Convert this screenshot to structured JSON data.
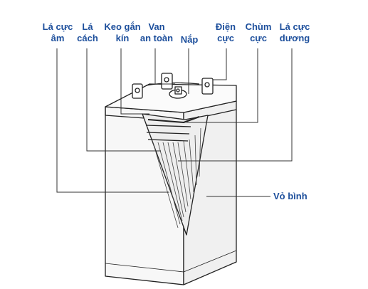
{
  "labels": {
    "negative_plate": [
      "Lá cực",
      "âm"
    ],
    "separator": [
      "Lá",
      "cách"
    ],
    "sealant": [
      "Keo gắn",
      "kín"
    ],
    "safety_valve": [
      "Van",
      "an toàn"
    ],
    "lid": [
      "Nắp"
    ],
    "electrode": [
      "Điện",
      "cực"
    ],
    "busbar": [
      "Chùm",
      "cực"
    ],
    "positive_plate": [
      "Lá cực",
      "dương"
    ],
    "casing": [
      "Vỏ bình"
    ]
  },
  "colors": {
    "label": "#1d4f9c",
    "line": "#222222",
    "leader": "#333333"
  }
}
